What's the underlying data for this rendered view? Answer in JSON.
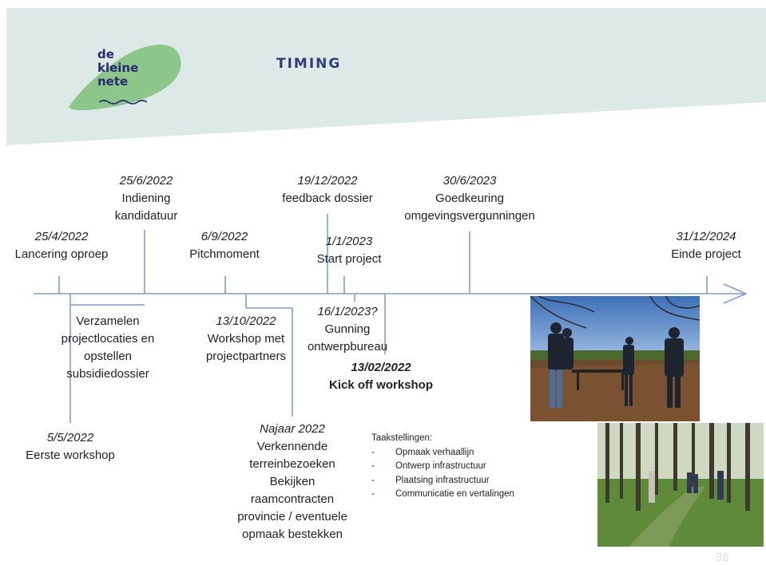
{
  "logo": {
    "lines": [
      "de",
      "kleine",
      "nete"
    ]
  },
  "title": "TIMING",
  "colors": {
    "band": "#dde9e6",
    "logo_blob": "#8cc68a",
    "axis": "#7f9ed1",
    "title": "#2f3e7a"
  },
  "milestones_above": [
    {
      "date": "25/4/2022",
      "label": [
        "Lancering oproep"
      ]
    },
    {
      "date": "25/6/2022",
      "label": [
        "Indiening",
        "kandidatuur"
      ]
    },
    {
      "date": "6/9/2022",
      "label": [
        "Pitchmoment"
      ]
    },
    {
      "date": "19/12/2022",
      "label": [
        "feedback dossier"
      ]
    },
    {
      "date": "1/1/2023",
      "label": [
        "Start project"
      ]
    },
    {
      "date": "30/6/2023",
      "label": [
        "Goedkeuring",
        "omgevingsvergunningen"
      ]
    },
    {
      "date": "31/12/2024",
      "label": [
        "Einde project"
      ]
    }
  ],
  "milestones_below": [
    {
      "date": "",
      "label": [
        "Verzamelen",
        "projectlocaties en",
        "opstellen",
        "subsidiedossier"
      ]
    },
    {
      "date": "5/5/2022",
      "label": [
        "Eerste workshop"
      ]
    },
    {
      "date": "13/10/2022",
      "label": [
        "Workshop met",
        "projectpartners"
      ]
    },
    {
      "date": "Najaar 2022",
      "label": [
        "Verkennende",
        "terreinbezoeken",
        "Bekijken",
        "raamcontracten",
        "provincie / eventuele",
        "opmaak bestekken"
      ]
    },
    {
      "date": "16/1/2023?",
      "label": [
        "Gunning",
        "ontwerpbureau"
      ]
    },
    {
      "date": "13/02/2022",
      "label": [
        "Kick off workshop"
      ]
    }
  ],
  "tasks": {
    "heading": "Taakstellingen:",
    "items": [
      "Opmaak verhaallijn",
      "Ontwerp infrastructuur",
      "Plaatsing infrastructuur",
      "Communicatie en vertalingen"
    ]
  },
  "photos": [
    "group-photo-park",
    "forest-photo"
  ],
  "page_number": "36"
}
